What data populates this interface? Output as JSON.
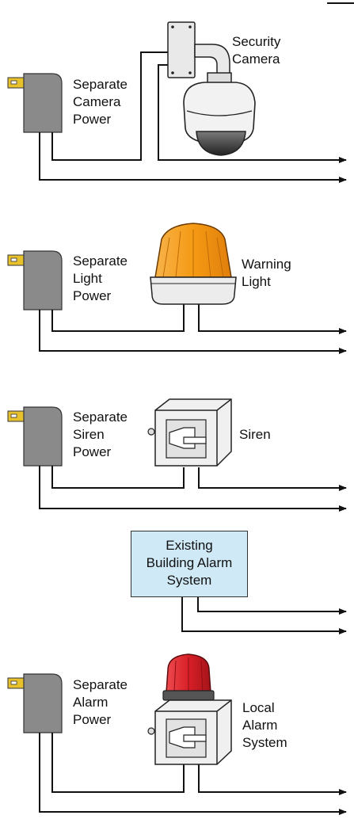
{
  "sections": {
    "camera": {
      "power_label": [
        "Separate",
        "Camera",
        "Power"
      ],
      "device_label": [
        "Security",
        "Camera"
      ]
    },
    "light": {
      "power_label": [
        "Separate",
        "Light",
        "Power"
      ],
      "device_label": [
        "Warning",
        "Light"
      ]
    },
    "siren": {
      "power_label": [
        "Separate",
        "Siren",
        "Power"
      ],
      "device_label": [
        "Siren"
      ]
    },
    "building": {
      "box_label": [
        "Existing",
        "Building Alarm",
        "System"
      ]
    },
    "local_alarm": {
      "power_label": [
        "Separate",
        "Alarm",
        "Power"
      ],
      "device_label": [
        "Local",
        "Alarm",
        "System"
      ]
    }
  },
  "colors": {
    "adapter": "#8a8a8a",
    "prong": "#e8c22c",
    "amber_light": "#f5a21a",
    "red_beacon": "#d81f26",
    "alarm_box_fill": "#cfe9f7",
    "wire": "#111111"
  }
}
